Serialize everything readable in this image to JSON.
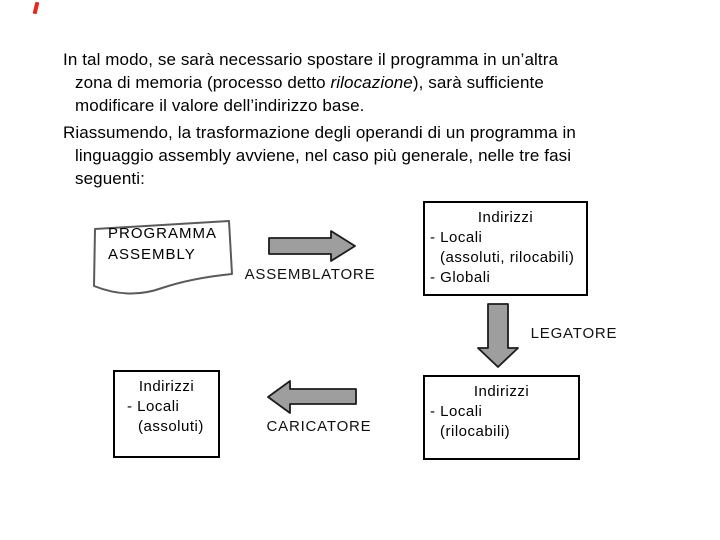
{
  "slide": {
    "background": "#ffffff",
    "corner_mark_color": "#e8281e",
    "paragraph1": {
      "line1": "In tal modo, se sarà necessario spostare il programma in un’altra",
      "line2_before": "zona di memoria (processo detto ",
      "line2_italic": "rilocazione",
      "line2_after": "), sarà sufficiente",
      "line3": "modificare il valore dell’indirizzo base."
    },
    "paragraph2": {
      "line1": "Riassumendo, la trasformazione degli operandi di un programma in",
      "line2": "linguaggio assembly avviene, nel caso più generale, nelle tre fasi",
      "line3": "seguenti:"
    },
    "diagram": {
      "source_document": {
        "line1": "PROGRAMMA",
        "line2": "ASSEMBLY"
      },
      "assembler_label": "ASSEMBLATORE",
      "linker_label": "LEGATORE",
      "loader_label": "CARICATORE",
      "assembled_box": {
        "title": "Indirizzi",
        "item1": "- Locali",
        "item2": "(assoluti, rilocabili)",
        "item3": "- Globali"
      },
      "linked_box": {
        "title": "Indirizzi",
        "item1": "- Locali",
        "item2": "(rilocabili)"
      },
      "loaded_box": {
        "title": "Indirizzi",
        "item1": "- Locali",
        "item2": "(assoluti)"
      },
      "colors": {
        "arrow_fill": "#9e9e9e",
        "arrow_outline": "#1c1c1c",
        "box_border": "#000000",
        "document_outline": "#5a5a5a"
      }
    }
  }
}
